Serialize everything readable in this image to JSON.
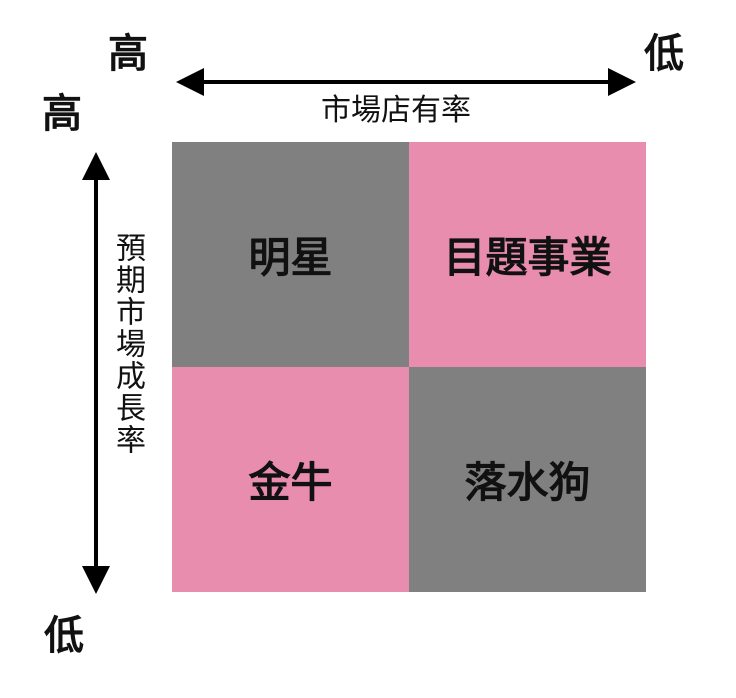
{
  "axes": {
    "x": {
      "title": "市場店有率",
      "high_label": "高",
      "low_label": "低"
    },
    "y": {
      "title": "預期市場成長率",
      "high_label": "高",
      "low_label": "低"
    }
  },
  "quadrants": [
    {
      "label": "明星",
      "color": "#808080"
    },
    {
      "label": "目題事業",
      "color": "#e98dae"
    },
    {
      "label": "金牛",
      "color": "#e98dae"
    },
    {
      "label": "落水狗",
      "color": "#808080"
    }
  ],
  "colors": {
    "gray": "#808080",
    "pink": "#e98dae",
    "arrow": "#000000"
  },
  "icons": {
    "x_arrow": "double-headed-horizontal-arrow",
    "y_arrow": "double-headed-vertical-arrow"
  }
}
